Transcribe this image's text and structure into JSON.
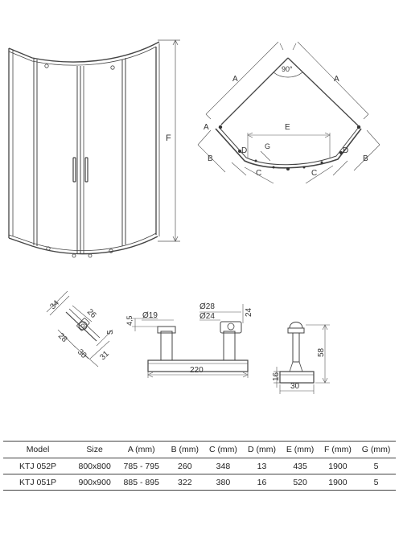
{
  "labels": {
    "height_F": "F",
    "top_A_left": "A",
    "top_A_right": "A",
    "top_angle": "90°",
    "top_E": "E",
    "top_G": "G",
    "top_A_side": "A",
    "top_B_left": "B",
    "top_B_right": "B",
    "top_D_left": "D",
    "top_D_right": "D",
    "top_C_left": "C",
    "top_C_right": "C",
    "d1_34": "34",
    "d1_26": "26",
    "d1_28": "28",
    "d1_30": "30",
    "d1_31": "31",
    "d1_5": "5",
    "d2_45": "4,5",
    "d2_19": "Ø19",
    "d2_28": "Ø28",
    "d2_24a": "Ø24",
    "d2_24b": "24",
    "d2_220": "220",
    "d3_58": "58",
    "d3_16": "16",
    "d3_30": "30"
  },
  "table": {
    "headers": [
      "Model",
      "Size",
      "A (mm)",
      "B (mm)",
      "C (mm)",
      "D (mm)",
      "E (mm)",
      "F (mm)",
      "G (mm)"
    ],
    "rows": [
      [
        "KTJ 052P",
        "800x800",
        "785 - 795",
        "260",
        "348",
        "13",
        "435",
        "1900",
        "5"
      ],
      [
        "KTJ 051P",
        "900x900",
        "885 - 895",
        "322",
        "380",
        "16",
        "520",
        "1900",
        "5"
      ]
    ]
  }
}
